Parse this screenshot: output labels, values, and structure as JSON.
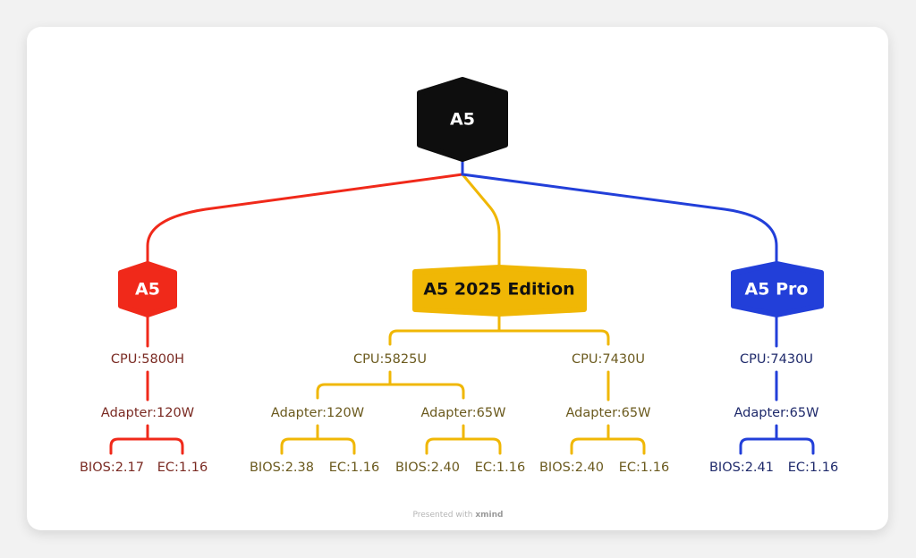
{
  "root": {
    "label": "A5"
  },
  "colors": {
    "red": "#f0291a",
    "gold": "#f0b705",
    "blue": "#223fd9",
    "root": "#0e0e0e",
    "red_text": "#7a2a22",
    "gold_text": "#6b5a1e",
    "blue_text": "#1f2a6b"
  },
  "branches": [
    {
      "label": "A5",
      "cpus": [
        {
          "label": "CPU:5800H",
          "adapters": [
            {
              "label": "Adapter:120W",
              "bios": "BIOS:2.17",
              "ec": "EC:1.16"
            }
          ]
        }
      ]
    },
    {
      "label": "A5 2025 Edition",
      "cpus": [
        {
          "label": "CPU:5825U",
          "adapters": [
            {
              "label": "Adapter:120W",
              "bios": "BIOS:2.38",
              "ec": "EC:1.16"
            },
            {
              "label": "Adapter:65W",
              "bios": "BIOS:2.40",
              "ec": "EC:1.16"
            }
          ]
        },
        {
          "label": "CPU:7430U",
          "adapters": [
            {
              "label": "Adapter:65W",
              "bios": "BIOS:2.40",
              "ec": "EC:1.16"
            }
          ]
        }
      ]
    },
    {
      "label": "A5 Pro",
      "cpus": [
        {
          "label": "CPU:7430U",
          "adapters": [
            {
              "label": "Adapter:65W",
              "bios": "BIOS:2.41",
              "ec": "EC:1.16"
            }
          ]
        }
      ]
    }
  ],
  "footer": {
    "prefix": "Presented with",
    "brand": "xmind"
  }
}
